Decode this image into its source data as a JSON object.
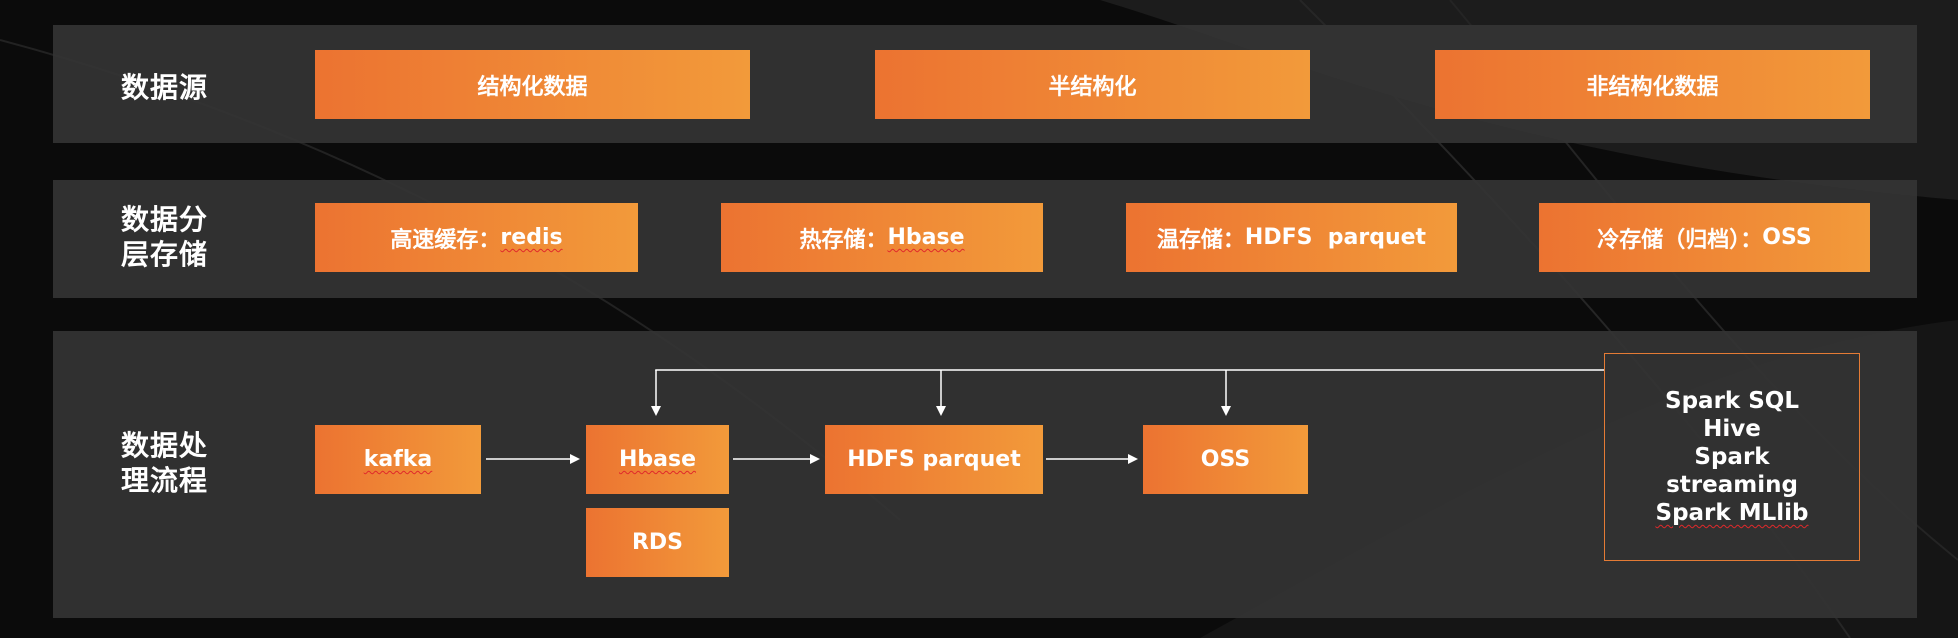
{
  "rows": {
    "source": {
      "label": "数据源",
      "items": [
        "结构化数据",
        "半结构化",
        "非结构化数据"
      ]
    },
    "storage": {
      "label": "数据分层存储",
      "items": [
        {
          "prefix": "高速缓存：",
          "term": "redis"
        },
        {
          "prefix": "热存储：",
          "term": "Hbase"
        },
        {
          "prefix": "温存储：",
          "term": "HDFS  parquet"
        },
        {
          "prefix": "冷存储（归档）：",
          "term": "OSS"
        }
      ]
    },
    "process": {
      "label": "数据处理流程",
      "nodes": {
        "kafka": "kafka",
        "hbase": "Hbase",
        "rds": "RDS",
        "hdfs": "HDFS parquet",
        "oss": "OSS"
      },
      "tools": [
        "Spark SQL",
        "Hive",
        "Spark",
        "streaming",
        "Spark MLlib"
      ]
    }
  },
  "colors": {
    "box_start": "#ec7331",
    "box_end": "#f29a3a",
    "band": "#343434",
    "background": "#0b0b0b",
    "border": "#e47b35"
  }
}
